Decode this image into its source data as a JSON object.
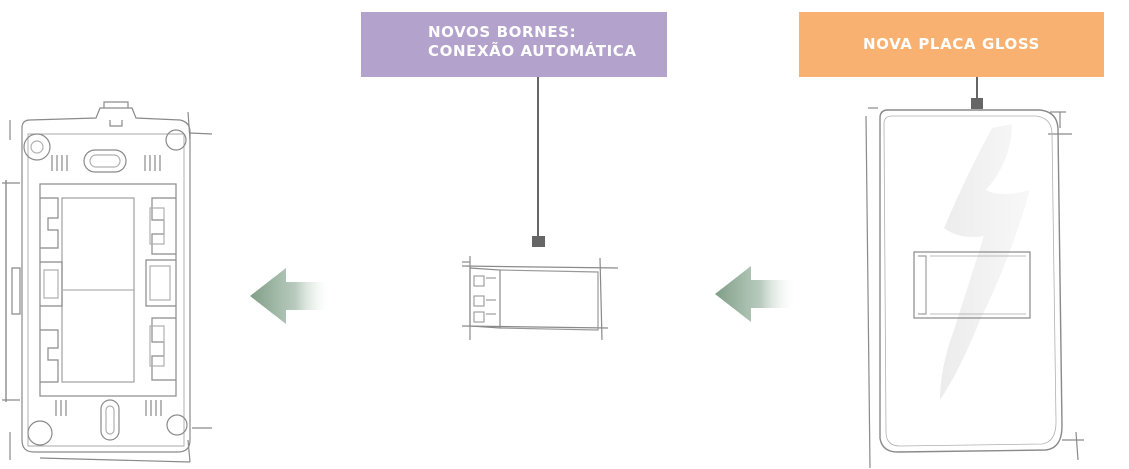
{
  "callouts": {
    "terminals": {
      "line1": "NOVOS BORNES:",
      "line2": "CONEXÃO AUTOMÁTICA",
      "color": "#b3a2cc"
    },
    "plate": {
      "label": "NOVA PLACA GLOSS",
      "color": "#f9b172"
    }
  },
  "colors": {
    "sketch_line": "#8a8a8a",
    "connector": "#666666",
    "arrow": "#7e9d86"
  },
  "components": {
    "left": "mounting-frame",
    "center": "terminal-module",
    "right": "gloss-cover-plate"
  }
}
